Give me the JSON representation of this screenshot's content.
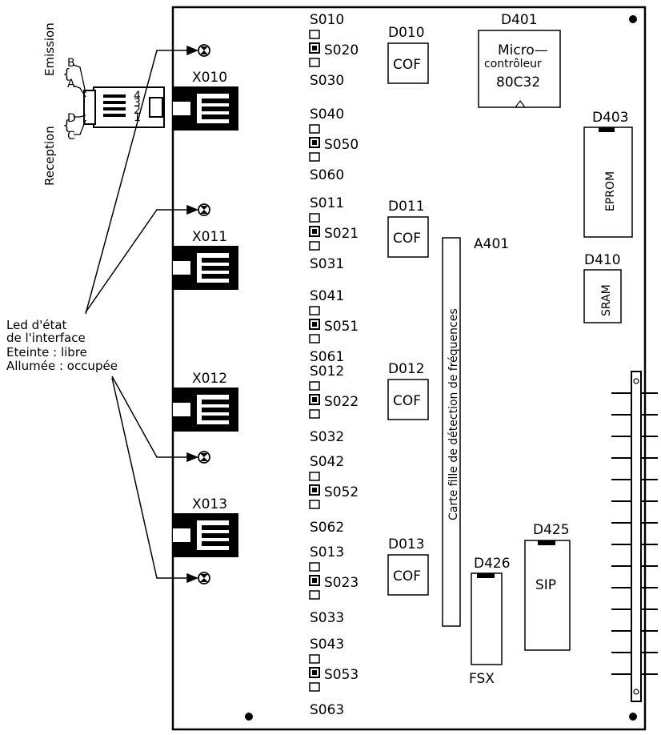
{
  "interface": {
    "emission": "Emission",
    "reception": "Reception",
    "pins": [
      "4",
      "3",
      "2",
      "1"
    ],
    "wire_b": "B",
    "wire_a": "A",
    "wire_d": "D",
    "wire_c": "C"
  },
  "led_note": {
    "line1": "Led d'état",
    "line2": "de l'interface",
    "line3": "Eteinte : libre",
    "line4": "Allumée : occupée"
  },
  "connectors": [
    "X010",
    "X011",
    "X012",
    "X013"
  ],
  "switch_groups": [
    {
      "top": "S010",
      "mid": "S020",
      "bot": "S030"
    },
    {
      "top": "S040",
      "mid": "S050",
      "bot": "S060"
    },
    {
      "top": "S011",
      "mid": "S021",
      "bot": "S031"
    },
    {
      "top": "S041",
      "mid": "S051",
      "bot": "S061"
    },
    {
      "top": "S012",
      "mid": "S022",
      "bot": "S032"
    },
    {
      "top": "S042",
      "mid": "S052",
      "bot": "S062"
    },
    {
      "top": "S013",
      "mid": "S023",
      "bot": "S033"
    },
    {
      "top": "S043",
      "mid": "S053",
      "bot": "S063"
    }
  ],
  "cof_chips": [
    {
      "ref": "D010",
      "label": "COF"
    },
    {
      "ref": "D011",
      "label": "COF"
    },
    {
      "ref": "D012",
      "label": "COF"
    },
    {
      "ref": "D013",
      "label": "COF"
    }
  ],
  "microcontroller": {
    "ref": "D401",
    "line1": "Micro—",
    "line2": "contrôleur",
    "line3": "80C32"
  },
  "eprom": {
    "ref": "D403",
    "label": "EPROM"
  },
  "sram": {
    "ref": "D410",
    "label": "SRAM"
  },
  "daughter_card": {
    "ref": "A401",
    "label": "Carte fille de détection de fréquences"
  },
  "fsx": {
    "ref": "D426",
    "label": "FSX"
  },
  "sip": {
    "ref": "D425",
    "label": "SIP"
  }
}
